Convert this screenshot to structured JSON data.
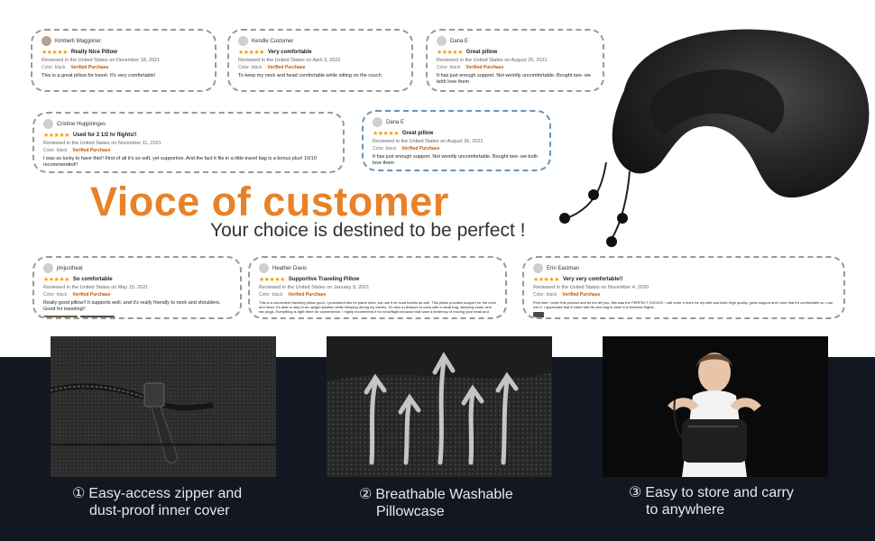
{
  "reviews": [
    {
      "name": "Kimberli Waggoner",
      "title": "Really Nice Pillow",
      "meta": "Reviewed in the United States on December 18, 2021",
      "attr": "Color: black",
      "verified": "Verified Purchase",
      "body": "This is a great pillow for travel. It's very comfortable!"
    },
    {
      "name": "Kendle Customer",
      "title": "Very comfortable",
      "meta": "Reviewed in the United States on April 3, 2022",
      "attr": "Color: black",
      "verified": "Verified Purchase",
      "body": "To keep my neck and head comfortable while sitting on the couch"
    },
    {
      "name": "Dana E",
      "title": "Great pillow",
      "meta": "Reviewed in the United States on August 26, 2021",
      "attr": "Color: black",
      "verified": "Verified Purchase",
      "body": "It has just enough support. Not weirdly uncomfortable. Bought two- we both love them"
    },
    {
      "name": "Cristine Huppinnges",
      "title": "Used for 2 1/2 hr flights!!",
      "meta": "Reviewed in the United States on November 11, 2021",
      "attr": "Color: black",
      "verified": "Verified Purchase",
      "body": "I was so lucky to have this!! First of all it's so soft, yet supportive. And the fact it fits in a little travel bag is a bonus plus! 10/10 recommended!!"
    },
    {
      "name": "Dana E",
      "title": "Great pillow",
      "meta": "Reviewed in the United States on August 26, 2021",
      "attr": "Color: black",
      "verified": "Verified Purchase",
      "body": "It has just enough support. Not weirdly uncomfortable. Bought two- we both love them"
    },
    {
      "name": "jimjustheat",
      "title": "So comfortable",
      "meta": "Reviewed in the United States on May 15, 2021",
      "attr": "Color: black",
      "verified": "Verified Purchase",
      "body": "Really good pillow!! It supports well, and it's really friendly to neck and shoulders. Good for traveling!!"
    },
    {
      "name": "Heather Davis",
      "title": "Supportive Traveling Pillow",
      "meta": "Reviewed in the United States on January 9, 2021",
      "attr": "Color: black",
      "verified": "Verified Purchase",
      "body": "This is a convenient traveling pillow good. I purchased this for plane rides, but use it for road travels as well. This pillow provides support for the neck and head. It's able to stay in an upright position while sleeping during my travels. It's also a pleasure to carry with a small bag, sleeping mask, and ear plugs. Everything is right there for convenience. I highly recommend it for neck/flight because that have a tendency of moving your head and neck."
    },
    {
      "name": "Erin Eastman",
      "title": "Very very comfortable!!",
      "meta": "Reviewed in the United States on November 4, 2020",
      "attr": "Color: black",
      "verified": "Verified Purchase",
      "body": "First time I order this product and let me tell you, this was the PERFECT CHOICE. I will order it more for my wife and kids! High quality, great support and I love that it's comfortable so I can use it. I appreciate that it came with its own bag to store it in between flights."
    }
  ],
  "headline": "Vioce of customer",
  "subline": "Your choice is destined to be perfect !",
  "features": [
    {
      "num": "①",
      "line1": "Easy-access zipper and",
      "line2": "dust-proof inner cover"
    },
    {
      "num": "②",
      "line1": "Breathable Washable",
      "line2": "Pillowcase"
    },
    {
      "num": "③",
      "line1": "Easy to store and carry",
      "line2": "to anywhere"
    }
  ],
  "colors": {
    "headline": "#e8822a",
    "band": "#121722",
    "stars": "#f0a000",
    "verified": "#c45500",
    "dash": "#9a9a9a",
    "dash_blue": "#6b93b8"
  }
}
